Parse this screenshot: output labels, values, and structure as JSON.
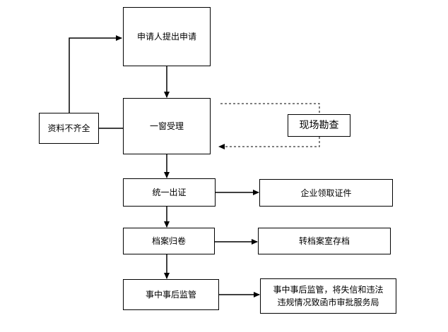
{
  "colors": {
    "line": "#000000",
    "box_border": "#000000",
    "background": "#ffffff"
  },
  "nodes": {
    "apply": "申请人提出申请",
    "window": "一窗受理",
    "incomplete": "资料不齐全",
    "survey": "现场勘查",
    "issue": "统一出证",
    "receive": "企业领取证件",
    "archive": "档案归卷",
    "transfer": "转档案室存档",
    "monitor": "事中事后监管",
    "report": "事中事后监管，将失信和违法\n违规情况致函市审批服务局"
  },
  "edges": [
    {
      "from": "apply",
      "to": "window",
      "style": "solid"
    },
    {
      "from": "window",
      "to": "incomplete",
      "style": "solid",
      "arrow": false
    },
    {
      "from": "incomplete",
      "to": "apply",
      "style": "solid"
    },
    {
      "from": "window",
      "to": "survey",
      "style": "dashed",
      "arrow": false
    },
    {
      "from": "survey",
      "to": "window",
      "style": "dashed"
    },
    {
      "from": "window",
      "to": "issue",
      "style": "solid"
    },
    {
      "from": "issue",
      "to": "receive",
      "style": "solid"
    },
    {
      "from": "issue",
      "to": "archive",
      "style": "solid"
    },
    {
      "from": "archive",
      "to": "transfer",
      "style": "solid"
    },
    {
      "from": "archive",
      "to": "monitor",
      "style": "solid"
    },
    {
      "from": "monitor",
      "to": "report",
      "style": "solid"
    }
  ]
}
